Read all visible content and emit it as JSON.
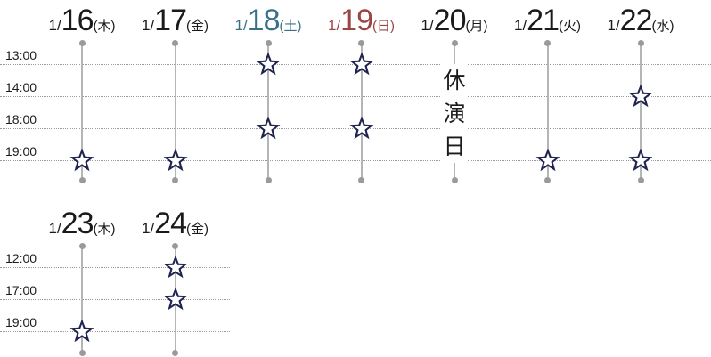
{
  "colors": {
    "star": "#1f2350",
    "saturday": "#3a6f88",
    "sunday": "#9c4545",
    "weekday": "#1a1a1a"
  },
  "icon": "star-icon",
  "week1": {
    "times": [
      "13:00",
      "14:00",
      "18:00",
      "19:00"
    ],
    "days": [
      {
        "month": "1/",
        "day": "16",
        "weekday": "(木)",
        "kind": "weekday",
        "slots": [
          "19:00"
        ]
      },
      {
        "month": "1/",
        "day": "17",
        "weekday": "(金)",
        "kind": "weekday",
        "slots": [
          "19:00"
        ]
      },
      {
        "month": "1/",
        "day": "18",
        "weekday": "(土)",
        "kind": "saturday",
        "slots": [
          "13:00",
          "18:00"
        ]
      },
      {
        "month": "1/",
        "day": "19",
        "weekday": "(日)",
        "kind": "sunday",
        "slots": [
          "13:00",
          "18:00"
        ]
      },
      {
        "month": "1/",
        "day": "20",
        "weekday": "(月)",
        "kind": "weekday",
        "slots": [],
        "closed_label": "休演日"
      },
      {
        "month": "1/",
        "day": "21",
        "weekday": "(火)",
        "kind": "weekday",
        "slots": [
          "19:00"
        ]
      },
      {
        "month": "1/",
        "day": "22",
        "weekday": "(水)",
        "kind": "weekday",
        "slots": [
          "14:00",
          "19:00"
        ]
      }
    ]
  },
  "week2": {
    "times": [
      "12:00",
      "17:00",
      "19:00"
    ],
    "days": [
      {
        "month": "1/",
        "day": "23",
        "weekday": "(木)",
        "kind": "weekday",
        "slots": [
          "19:00"
        ]
      },
      {
        "month": "1/",
        "day": "24",
        "weekday": "(金)",
        "kind": "weekday",
        "slots": [
          "12:00",
          "17:00"
        ]
      }
    ]
  }
}
